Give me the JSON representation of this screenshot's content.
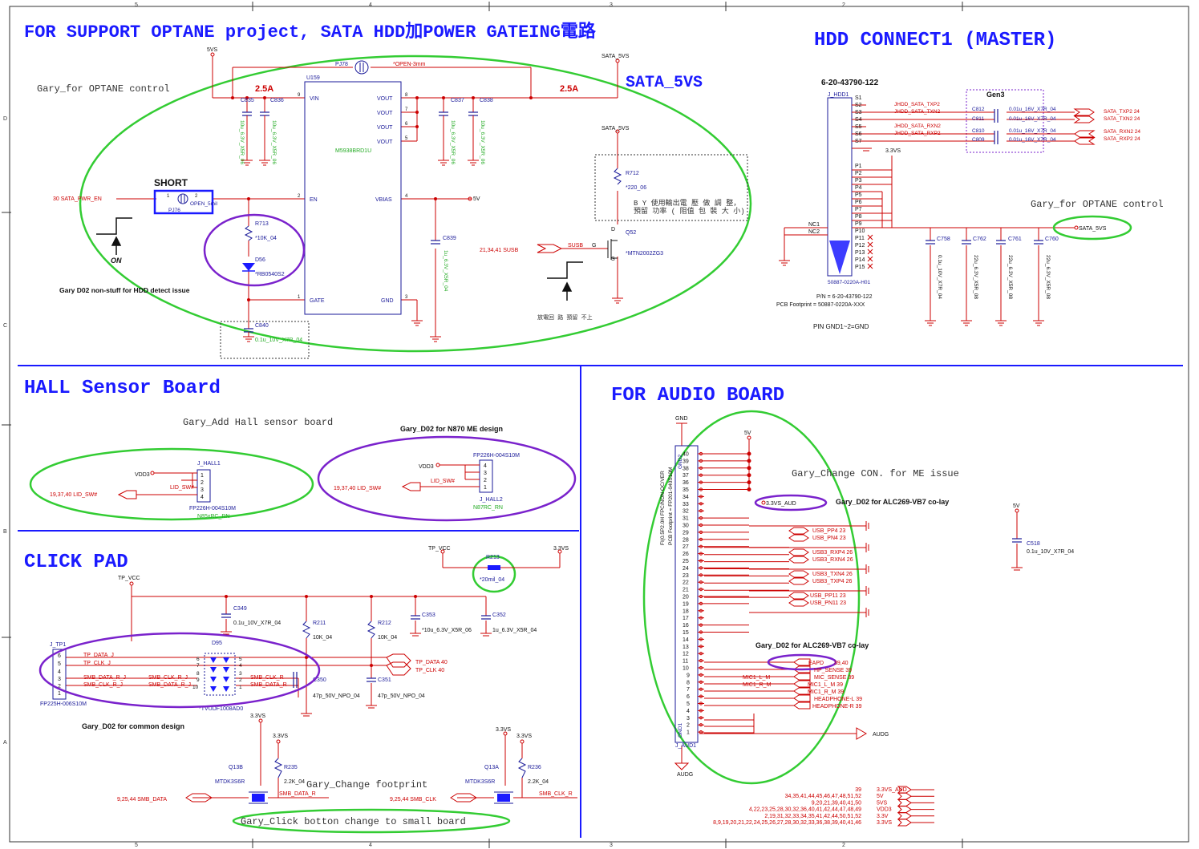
{
  "sections": {
    "optane_title": "FOR  SUPPORT  OPTANE  project,  SATA  HDD加POWER  GATEING電路",
    "hdd_title": "HDD  CONNECT1  (MASTER)",
    "hall_title": "HALL  Sensor  Board",
    "audio_title": "FOR  AUDIO  BOARD",
    "click_title": "CLICK   PAD"
  },
  "optane": {
    "note": "Gary_for  OPTANE  control",
    "sata_5vs_big": "SATA_5VS",
    "rail_5vs": "5VS",
    "rail_sata": "SATA_5VS",
    "rail_sata2": "SATA_5VS",
    "current1": "2.5A",
    "current2": "2.5A",
    "pj78": "PJ78",
    "pj78_val": "*OPEN-3mm",
    "u159": "U159",
    "u159_part": "M5938BRD1U",
    "pin_vin": "VIN",
    "pin_en": "EN",
    "pin_gate": "GATE",
    "pin_vout": "VOUT",
    "pin_vbias": "VBIAS",
    "pin_gnd": "GND",
    "vbias_rail": "5V",
    "c835": "C835",
    "c836": "C836",
    "c837": "C837",
    "c838": "C838",
    "c839": "C839",
    "c840": "C840",
    "cap_10u": "10u_6.3V_X5R_06",
    "cap_1u": "1u_6.3V_X5R_04",
    "cap_01u": "0.1u_10V_X7R_04",
    "short": "SHORT",
    "pj76": "PJ76",
    "pj76_val": "OPEN_5mil",
    "en_net": "30  SATA_PWR_EN",
    "r713": "R713",
    "r713_val": "*10K_04",
    "d56": "D56",
    "d56_val": "*RB0540S2",
    "on_label": "ON",
    "d02_note": "Gary D02 non-stuff for HDD detect issue",
    "r712": "R712",
    "r712_val": "*220_06",
    "q52": "Q52",
    "q52_val": "*MTN2002ZG3",
    "susb_ref": "21,34,41  SUSB",
    "susb": "SUSB",
    "by_note1": "B Y   使用輸出電 壓 做 調 整，",
    "by_note2": "預留 功率 (  阻值  包 裝 大 小)",
    "bottom_note": "放電回 路 預留 不上"
  },
  "hdd": {
    "pn_top": "6-20-43790-122",
    "ref": "J_HDD1",
    "gen3": "Gen3",
    "pins_s": [
      "S1",
      "S2",
      "S3",
      "S4",
      "S5",
      "S6",
      "S7"
    ],
    "pins_p": [
      "P1",
      "P2",
      "P3",
      "P4",
      "P5",
      "P6",
      "P7",
      "P8",
      "P9",
      "P10",
      "P11",
      "P12",
      "P13",
      "P14",
      "P15"
    ],
    "nets": [
      "JHDD_SATA_TXP2",
      "JHDD_SATA_TXN2",
      "JHDD_SATA_RXN2",
      "JHDD_SATA_RXP2"
    ],
    "caps": [
      "C812",
      "C811",
      "C810",
      "C809"
    ],
    "cap_val": "0.01u_16V_X7R_04",
    "out_nets": [
      "SATA_TXP2  24",
      "SATA_TXN2  24",
      "SATA_RXN2  24",
      "SATA_RXP2  24"
    ],
    "rail": "3.3VS",
    "nc1": "NC1",
    "nc2": "NC2",
    "footprint": "50887-0220A-H01",
    "pn_line": "P/N = 6-20-43790-122",
    "pcb_line": "PCB Footprint = 50887-0220A-XXX",
    "gnd_line": "PIN  GND1~2=GND",
    "note": "Gary_for  OPTANE  control",
    "sata_5vs": "SATA_5VS",
    "c758": "C758",
    "c762": "C762",
    "c761": "C761",
    "c760": "C760",
    "c758_val": "0.1u_10V_X7R_04",
    "c22u": "22u_6.3V_X5R_08"
  },
  "hall": {
    "note": "Gary_Add  Hall  sensor  board",
    "vdd3": "VDD3",
    "ref1": "J_HALL1",
    "fp1": "FP226H-004S10M",
    "name1": "N85xRC_RN",
    "lid": "LID_SW#",
    "lid_ref": "19,37,40   LID_SW#",
    "d02": "Gary_D02 for N870 ME design",
    "vdd3b": "VDD3",
    "fp2": "FP226H-004S10M",
    "ref2": "J_HALL2",
    "name2": "N87RC_RN",
    "lid2": "LID_SW#",
    "lid_ref2": "19,37,40   LID_SW#",
    "pins": [
      "1",
      "2",
      "3",
      "4"
    ]
  },
  "click": {
    "tp_vcc": "TP_VCC",
    "tp_vcc2": "TP_VCC",
    "rail33": "3.3VS",
    "r213": "R213",
    "r213_val": "*20mil_04",
    "c349": "C349",
    "c349_val": "0.1u_10V_X7R_04",
    "r211": "R211",
    "r211_val": "10K_04",
    "r212": "R212",
    "r212_val": "10K_04",
    "c353": "C353",
    "c353_val": "*10u_6.3V_X5R_06",
    "c352": "C352",
    "c352_val": "1u_6.3V_X5R_04",
    "c350": "C350",
    "c350_val": "47p_50V_NPO_04",
    "c351": "C351",
    "c351_val": "47p_50V_NPO_04",
    "jtp": "J_TP1",
    "jtp_fp": "FP225H-006S10M",
    "jtp_pins": [
      "6",
      "5",
      "4",
      "3",
      "2",
      "1"
    ],
    "tp_data_j": "TP_DATA_J",
    "tp_clk_j": "TP_CLK_J",
    "smb_data_r_j": "SMB_DATA_R_J",
    "smb_clk_r_j": "SMB_CLK_R_J",
    "d95": "D95",
    "d95_val": "*TVUDF1008AD0",
    "tp_data": "TP_DATA   40",
    "tp_clk": "TP_CLK   40",
    "smb_clk_r": "SMB_CLK_R",
    "smb_data_r": "SMB_DATA_R",
    "d02_common": "Gary_D02 for common design",
    "q13b": "Q13B",
    "q13a": "Q13A",
    "mtdk": "MTDK3S6R",
    "r235": "R235",
    "r236": "R236",
    "r_val": "2.2K_04",
    "smb_data": "9,25,44   SMB_DATA",
    "smb_clk": "9,25,44   SMB_CLK",
    "smb_data_r2": "SMB_DATA_R",
    "smb_clk_r2": "SMB_CLK_R",
    "change_fp": "Gary_Change  footprint",
    "click_change": "Gary_Click  botton  change  to  small  board"
  },
  "audio": {
    "gnd": "GND",
    "rail5v": "5V",
    "rail5v2": "5V",
    "pins": [
      "40",
      "39",
      "38",
      "37",
      "36",
      "35",
      "34",
      "33",
      "32",
      "31",
      "30",
      "29",
      "28",
      "27",
      "26",
      "25",
      "24",
      "23",
      "22",
      "21",
      "20",
      "19",
      "18",
      "17",
      "16",
      "15",
      "14",
      "13",
      "12",
      "11",
      "10",
      "9",
      "8",
      "7",
      "6",
      "5",
      "4",
      "3",
      "2",
      "1"
    ],
    "conn_label": "FI(0.5P2.0H FPC/NON OC/VER",
    "pcb_label": "PCB Footprint = FP201-040S10M",
    "note": "Gary_Change  CON.  for  ME  issue",
    "aud_net": "3.3VS_AUD",
    "d02_colay": "Gary_D02  for  ALC269-VB7  co-lay",
    "d02_colay2": "Gary_D02  for  ALC269-VB7  co-lay",
    "usb": [
      "USB_PP4   23",
      "USB_PN4   23",
      "USB3_RXP4   26",
      "USB3_RXN4   26",
      "USB3_TXN4   26",
      "USB3_TXP4   26",
      "USB_PP11   23",
      "USB_PN11   23"
    ],
    "eapd": "EAPD",
    "eapd_ref": "39,40",
    "aud_nets": [
      "HP_SENSE   39",
      "MIC_SENSE   39",
      "MIC1_L_M   39",
      "MIC1_R_M   39",
      "HEADPHONE-L   39",
      "HEADPHONE-R   39"
    ],
    "mic_l": "MIC1_L_M",
    "mic_r": "MIC1_R_M",
    "audg": "AUDG",
    "audg2": "AUDG",
    "c518": "C518",
    "c518_val": "0.1u_10V_X7R_04",
    "gnd1": "GND1",
    "gnd2": "GND2",
    "jaud": "J_AUD1"
  },
  "power_table": [
    {
      "ref": "39",
      "net": "3.3VS_AUD"
    },
    {
      "ref": "34,35,41,44,45,46,47,48,51,52",
      "net": "5V"
    },
    {
      "ref": "9,20,21,39,40,41,50",
      "net": "5VS"
    },
    {
      "ref": "4,22,23,25,28,30,32,36,40,41,42,44,47,48,49",
      "net": "VDD3"
    },
    {
      "ref": "2,19,31,32,33,34,35,41,42,44,50,51,52",
      "net": "3.3V"
    },
    {
      "ref": "8,9,19,20,21,22,24,25,26,27,28,30,32,33,36,38,39,40,41,46",
      "net": "3.3VS"
    }
  ],
  "frame": {
    "cols": [
      "5",
      "4",
      "3",
      "2"
    ],
    "rows": [
      "D",
      "C",
      "B",
      "A"
    ]
  },
  "colors": {
    "wire": "#cc0000",
    "symbol": "#1a1a99",
    "header": "#1a1aff",
    "ellipse_green": "#33cc33",
    "ellipse_purple": "#7a22cc"
  }
}
